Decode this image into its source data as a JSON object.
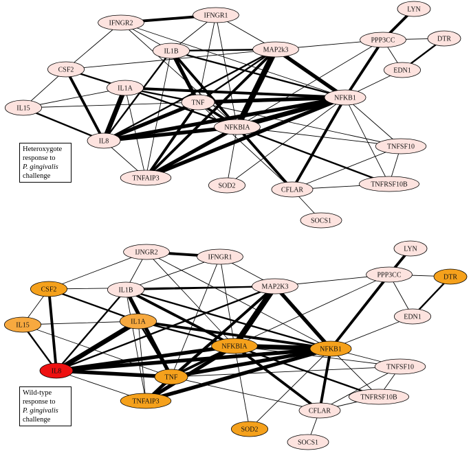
{
  "colors": {
    "default": "#fde3df",
    "light_orange": "#f7a93f",
    "orange": "#f5a11c",
    "red": "#ee1111",
    "stroke": "#000000"
  },
  "panels": [
    {
      "id": "top",
      "caption": [
        "Heteroxygote",
        "response to",
        "P. gingivalis",
        "challenge"
      ],
      "nodes": [
        {
          "id": "LYN",
          "label": "LYN",
          "color": "default"
        },
        {
          "id": "IFNGR2",
          "label": "IFNGR2",
          "color": "default"
        },
        {
          "id": "IFNGR1",
          "label": "IFNGR1",
          "color": "default"
        },
        {
          "id": "PPP3CC",
          "label": "PPP3CC",
          "color": "default"
        },
        {
          "id": "DTR",
          "label": "DTR",
          "color": "default"
        },
        {
          "id": "IL1B",
          "label": "IL1B",
          "color": "default"
        },
        {
          "id": "MAP2K3",
          "label": "MAP2k3",
          "color": "default"
        },
        {
          "id": "CSF2",
          "label": "CSF2",
          "color": "default"
        },
        {
          "id": "EDN1",
          "label": "EDN1",
          "color": "default"
        },
        {
          "id": "IL1A",
          "label": "IL1A",
          "color": "default"
        },
        {
          "id": "TNF",
          "label": "TNF",
          "color": "default"
        },
        {
          "id": "NFKB1",
          "label": "NFKB1",
          "color": "default"
        },
        {
          "id": "IL15",
          "label": "IL15",
          "color": "default"
        },
        {
          "id": "NFKBIA",
          "label": "NFKBIA",
          "color": "default"
        },
        {
          "id": "IL8",
          "label": "IL8",
          "color": "default"
        },
        {
          "id": "TNFSF10",
          "label": "TNFSF10",
          "color": "default"
        },
        {
          "id": "TNFAIP3",
          "label": "TNFAIP3",
          "color": "default"
        },
        {
          "id": "SOD2",
          "label": "SOD2",
          "color": "default"
        },
        {
          "id": "CFLAR",
          "label": "CFLAR",
          "color": "default"
        },
        {
          "id": "TNFRSF10B",
          "label": "TNFRSF10B",
          "color": "default"
        },
        {
          "id": "SOCS1",
          "label": "SOCS1",
          "color": "default"
        }
      ]
    },
    {
      "id": "bottom",
      "caption": [
        "Wild-type",
        "response to",
        "P. gingivalis",
        "challenge"
      ],
      "nodes": [
        {
          "id": "LYN",
          "label": "LYN",
          "color": "default"
        },
        {
          "id": "IFNGR2",
          "label": "IJNGR2",
          "color": "default"
        },
        {
          "id": "IFNGR1",
          "label": "IFNGR1",
          "color": "default"
        },
        {
          "id": "PPP3CC",
          "label": "PPP3CC",
          "color": "default"
        },
        {
          "id": "DTR",
          "label": "DTR",
          "color": "orange"
        },
        {
          "id": "CSF2",
          "label": "CSF2",
          "color": "orange"
        },
        {
          "id": "IL1B",
          "label": "IL1B",
          "color": "default"
        },
        {
          "id": "MAP2K3",
          "label": "MAP2K3",
          "color": "default"
        },
        {
          "id": "EDN1",
          "label": "EDN1",
          "color": "default"
        },
        {
          "id": "IL15",
          "label": "IL15",
          "color": "light_orange"
        },
        {
          "id": "IL1A",
          "label": "IL1A",
          "color": "light_orange"
        },
        {
          "id": "NFKBIA",
          "label": "NFKBIA",
          "color": "orange"
        },
        {
          "id": "NFKB1",
          "label": "NFKB1",
          "color": "orange"
        },
        {
          "id": "IL8",
          "label": "IL8",
          "color": "red"
        },
        {
          "id": "TNF",
          "label": "TNF",
          "color": "orange"
        },
        {
          "id": "TNFSF10",
          "label": "TNFSF10",
          "color": "default"
        },
        {
          "id": "TNFAIP3",
          "label": "TNFAIP3",
          "color": "orange"
        },
        {
          "id": "TNFRSF10B",
          "label": "TNFRSF10B",
          "color": "default"
        },
        {
          "id": "CFLAR",
          "label": "CFLAR",
          "color": "default"
        },
        {
          "id": "SOD2",
          "label": "SOD2",
          "color": "orange"
        },
        {
          "id": "SOCS1",
          "label": "SOCS1",
          "color": "default"
        }
      ]
    }
  ],
  "edges": [
    {
      "a": "IFNGR2",
      "b": "IFNGR1",
      "w": 3
    },
    {
      "a": "IFNGR2",
      "b": "CSF2",
      "w": 1
    },
    {
      "a": "IFNGR2",
      "b": "IL1B",
      "w": 1
    },
    {
      "a": "IFNGR2",
      "b": "NFKBIA",
      "w": 1
    },
    {
      "a": "IFNGR2",
      "b": "NFKB1",
      "w": 1
    },
    {
      "a": "IFNGR1",
      "b": "MAP2K3",
      "w": 1
    },
    {
      "a": "IFNGR1",
      "b": "NFKBIA",
      "w": 1
    },
    {
      "a": "IFNGR1",
      "b": "TNF",
      "w": 1
    },
    {
      "a": "IFNGR1",
      "b": "IL1B",
      "w": 1
    },
    {
      "a": "LYN",
      "b": "PPP3CC",
      "w": 3
    },
    {
      "a": "PPP3CC",
      "b": "DTR",
      "w": 1
    },
    {
      "a": "PPP3CC",
      "b": "EDN1",
      "w": 1
    },
    {
      "a": "DTR",
      "b": "EDN1",
      "w": 2
    },
    {
      "a": "PPP3CC",
      "b": "MAP2K3",
      "w": 1
    },
    {
      "a": "PPP3CC",
      "b": "NFKB1",
      "w": 3
    },
    {
      "a": "PPP3CC",
      "b": "NFKBIA",
      "w": 1
    },
    {
      "a": "EDN1",
      "b": "NFKB1",
      "w": 1
    },
    {
      "a": "CSF2",
      "b": "IL1A",
      "w": 2
    },
    {
      "a": "CSF2",
      "b": "IL8",
      "w": 3
    },
    {
      "a": "CSF2",
      "b": "IL15",
      "w": 1
    },
    {
      "a": "CSF2",
      "b": "MAP2K3",
      "w": 1
    },
    {
      "a": "IL15",
      "b": "IL1A",
      "w": 1
    },
    {
      "a": "IL15",
      "b": "IL8",
      "w": 2
    },
    {
      "a": "IL15",
      "b": "TNF",
      "w": 1
    },
    {
      "a": "IL1B",
      "b": "MAP2K3",
      "w": 2
    },
    {
      "a": "IL1B",
      "b": "TNF",
      "w": 4
    },
    {
      "a": "IL1B",
      "b": "NFKBIA",
      "w": 3
    },
    {
      "a": "IL1B",
      "b": "NFKB1",
      "w": 2
    },
    {
      "a": "IL1B",
      "b": "IL8",
      "w": 2
    },
    {
      "a": "IL1B",
      "b": "TNFAIP3",
      "w": 1
    },
    {
      "a": "IL1A",
      "b": "TNF",
      "w": 2
    },
    {
      "a": "IL1A",
      "b": "IL8",
      "w": 5
    },
    {
      "a": "IL1A",
      "b": "NFKB1",
      "w": 3
    },
    {
      "a": "IL1A",
      "b": "NFKBIA",
      "w": 2
    },
    {
      "a": "IL1A",
      "b": "TNFAIP3",
      "w": 1
    },
    {
      "a": "MAP2K3",
      "b": "TNF",
      "w": 2
    },
    {
      "a": "MAP2K3",
      "b": "NFKBIA",
      "w": 6
    },
    {
      "a": "MAP2K3",
      "b": "NFKB1",
      "w": 4
    },
    {
      "a": "MAP2K3",
      "b": "IL8",
      "w": 2
    },
    {
      "a": "MAP2K3",
      "b": "TNFAIP3",
      "w": 3
    },
    {
      "a": "TNF",
      "b": "NFKB1",
      "w": 4
    },
    {
      "a": "TNF",
      "b": "NFKBIA",
      "w": 3
    },
    {
      "a": "TNF",
      "b": "IL8",
      "w": 4
    },
    {
      "a": "TNF",
      "b": "TNFAIP3",
      "w": 3
    },
    {
      "a": "TNF",
      "b": "CFLAR",
      "w": 1
    },
    {
      "a": "TNF",
      "b": "TNFSF10",
      "w": 1
    },
    {
      "a": "NFKB1",
      "b": "NFKBIA",
      "w": 5
    },
    {
      "a": "NFKB1",
      "b": "IL8",
      "w": 4
    },
    {
      "a": "NFKB1",
      "b": "TNFAIP3",
      "w": 4
    },
    {
      "a": "NFKB1",
      "b": "CFLAR",
      "w": 3
    },
    {
      "a": "NFKB1",
      "b": "TNFSF10",
      "w": 1
    },
    {
      "a": "NFKB1",
      "b": "TNFRSF10B",
      "w": 1
    },
    {
      "a": "NFKB1",
      "b": "SOD2",
      "w": 1
    },
    {
      "a": "NFKBIA",
      "b": "IL8",
      "w": 4
    },
    {
      "a": "NFKBIA",
      "b": "TNFAIP3",
      "w": 4
    },
    {
      "a": "NFKBIA",
      "b": "CFLAR",
      "w": 3
    },
    {
      "a": "NFKBIA",
      "b": "TNFSF10",
      "w": 1
    },
    {
      "a": "NFKBIA",
      "b": "TNFRSF10B",
      "w": 2
    },
    {
      "a": "NFKBIA",
      "b": "SOD2",
      "w": 1
    },
    {
      "a": "IL8",
      "b": "TNFAIP3",
      "w": 1
    },
    {
      "a": "CFLAR",
      "b": "TNFSF10",
      "w": 1
    },
    {
      "a": "CFLAR",
      "b": "TNFRSF10B",
      "w": 1
    },
    {
      "a": "CFLAR",
      "b": "SOCS1",
      "w": 1
    },
    {
      "a": "TNFSF10",
      "b": "TNFRSF10B",
      "w": 1
    }
  ]
}
